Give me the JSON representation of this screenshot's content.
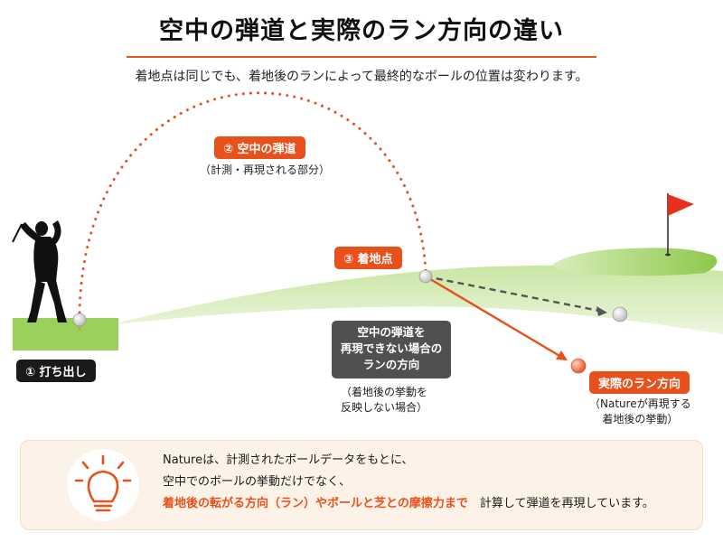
{
  "title": "空中の弾道と実際のラン方向の違い",
  "subtitle": "着地点は同じでも、着地後のランによって最終的なボールの位置は変わります。",
  "labels": {
    "tee_off": "① 打ち出し",
    "air_trajectory": "② 空中の弾道",
    "air_trajectory_note": "（計測・再現される部分）",
    "landing_point": "③ 着地点",
    "actual_run": "実際のラン方向",
    "actual_run_note_1": "（Natureが再現する",
    "actual_run_note_2": "着地後の挙動）",
    "gray_box_line1": "空中の弾道を",
    "gray_box_line2": "再現できない場合の",
    "gray_box_line3": "ランの方向",
    "gray_note_1": "（着地後の挙動を",
    "gray_note_2": "反映しない場合）"
  },
  "info": {
    "line1": "Natureは、計測されたボールデータをもとに、",
    "line2": "空中でのボールの挙動だけでなく、",
    "line3_highlight": "着地後の転がる方向（ラン）やボールと芝との摩擦力まで",
    "line3_rest": "　計算して弾道を再現しています。"
  },
  "icons": {
    "golfer": "golfer-silhouette-icon",
    "flag": "flag-pin-icon",
    "bulb": "lightbulb-icon"
  },
  "colors": {
    "accent": "#e8501c",
    "dark": "#1a1a1a",
    "gray": "#505050",
    "grass": "#8fc84a"
  }
}
